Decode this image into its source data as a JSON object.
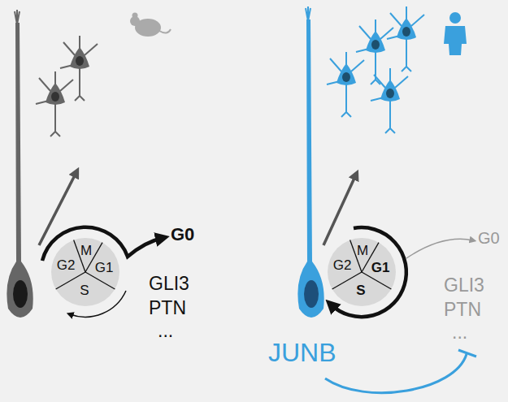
{
  "diagram": {
    "nodes": [
      {
        "text": [
          "M",
          "G2",
          "G1",
          "S"
        ]
      },
      {
        "text": [
          "M",
          "G2",
          "G1",
          "S"
        ]
      }
    ],
    "labels": [
      "G0",
      "GLI3",
      "PTN",
      "...",
      "G0",
      "GLI3",
      "PTN",
      "...",
      "JUNB"
    ]
  }
}
